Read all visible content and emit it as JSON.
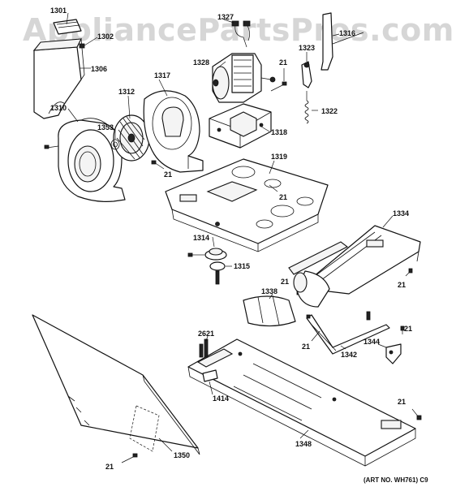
{
  "watermark": "AppliancePartsPros.com",
  "labels": {
    "p1301": "1301",
    "p1302": "1302",
    "p1306": "1306",
    "p1310": "1310",
    "p1312": "1312",
    "p1317": "1317",
    "p1353": "1353",
    "p21_blower": "21",
    "p1327": "1327",
    "p1328": "1328",
    "p21_motor": "21",
    "p1318": "1318",
    "p1319": "1319",
    "p21_base": "21",
    "p1316": "1316",
    "p1323": "1323",
    "p1322": "1322",
    "p1314": "1314",
    "p1315": "1315",
    "p1334": "1334",
    "p21_rail_left": "21",
    "p21_rail_right": "21",
    "p1338": "1338",
    "p2621": "2621",
    "p21_bracket": "21",
    "p1342": "1342",
    "p1344": "1344",
    "p21_clip": "21",
    "p1414": "1414",
    "p21_panel": "21",
    "p1350": "1350",
    "p1348": "1348",
    "p21_base_right": "21"
  },
  "art_number": "(ART NO. WH761) C9"
}
